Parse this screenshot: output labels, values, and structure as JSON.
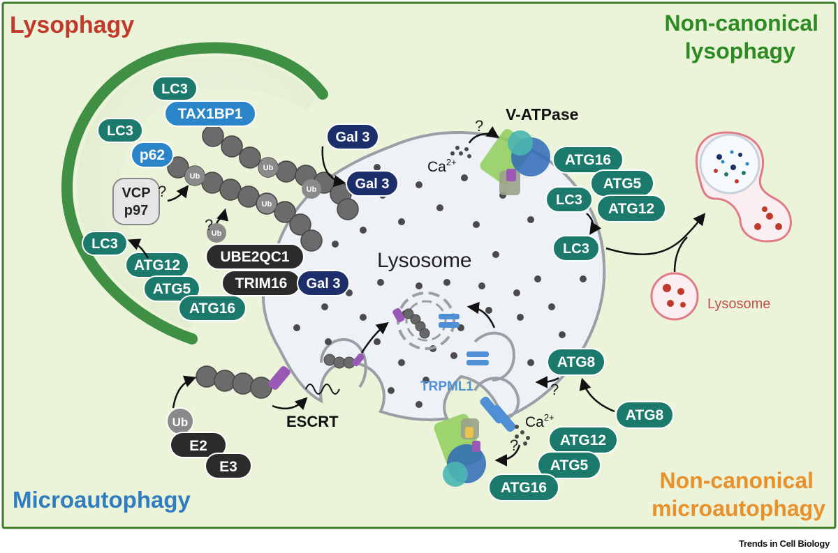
{
  "panels": {
    "lysophagy": "Lysophagy",
    "noncanonical_lysophagy_line1": "Non-canonical",
    "noncanonical_lysophagy_line2": "lysophagy",
    "microautophagy": "Microautophagy",
    "noncanonical_micro_line1": "Non-canonical",
    "noncanonical_micro_line2": "microautophagy"
  },
  "colors": {
    "background": "#ebf3d8",
    "border": "#3d7a2a",
    "lysophagy": "#c0392b",
    "noncanonical_lysophagy": "#2e8b23",
    "microautophagy": "#2f7cc1",
    "noncanonical_micro": "#e8902a",
    "teal_protein": "#1c7a6c",
    "navy_protein": "#1d2f6b",
    "blue_protein": "#2a86c8",
    "dark_protein": "#2b2b2b",
    "phagophore": "#3f8f45",
    "lysosome_fill": "#eef1f6",
    "trpml1": "#4f8fd6"
  },
  "labels": {
    "lysosome_main": "Lysosome",
    "lysosome_small": "Lysosome",
    "v_atpase": "V-ATPase",
    "escrt": "ESCRT",
    "trpml1": "TRPML1",
    "ca_top": "Ca",
    "ca_bottom": "Ca",
    "ca_superscript": "2+",
    "question": "?",
    "ub": "Ub"
  },
  "proteins": {
    "lc3": "LC3",
    "tax1bp1": "TAX1BP1",
    "p62": "p62",
    "vcp_line1": "VCP",
    "vcp_line2": "p97",
    "gal3": "Gal 3",
    "ube2qc1": "UBE2QC1",
    "trim16": "TRIM16",
    "atg12": "ATG12",
    "atg5": "ATG5",
    "atg16": "ATG16",
    "atg8": "ATG8",
    "e2": "E2",
    "e3": "E3"
  },
  "footer": {
    "credit": "Trends in Cell Biology"
  }
}
